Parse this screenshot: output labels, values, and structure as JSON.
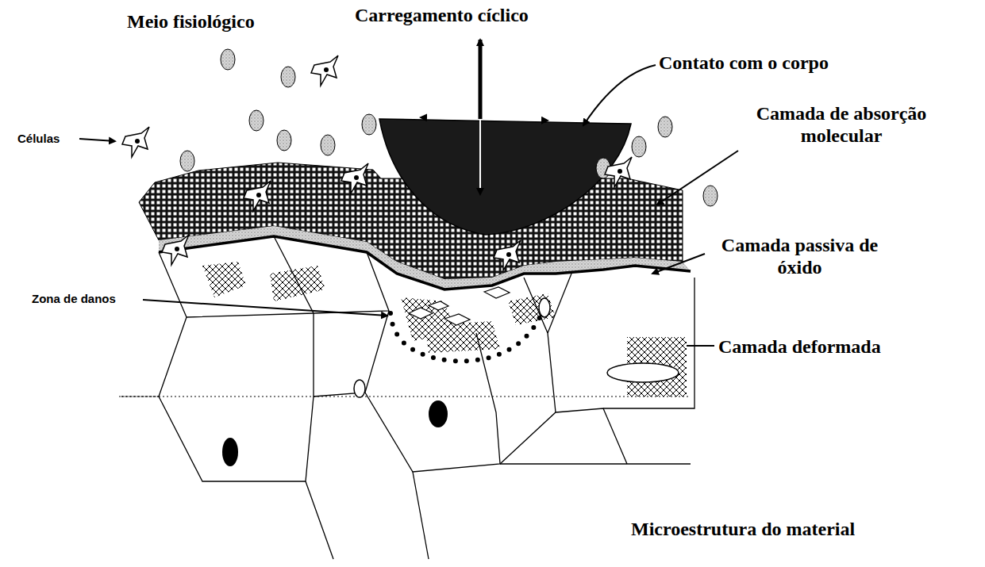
{
  "diagram": {
    "labels": [
      "Meio fisiológico",
      "Carregamento cíclico",
      "Contato com o corpo",
      "Camada de absorção molecular",
      "Células",
      "Camada passiva de óxido",
      "Zona de danos",
      "Camada deformada",
      "Microestrutura do material"
    ]
  }
}
